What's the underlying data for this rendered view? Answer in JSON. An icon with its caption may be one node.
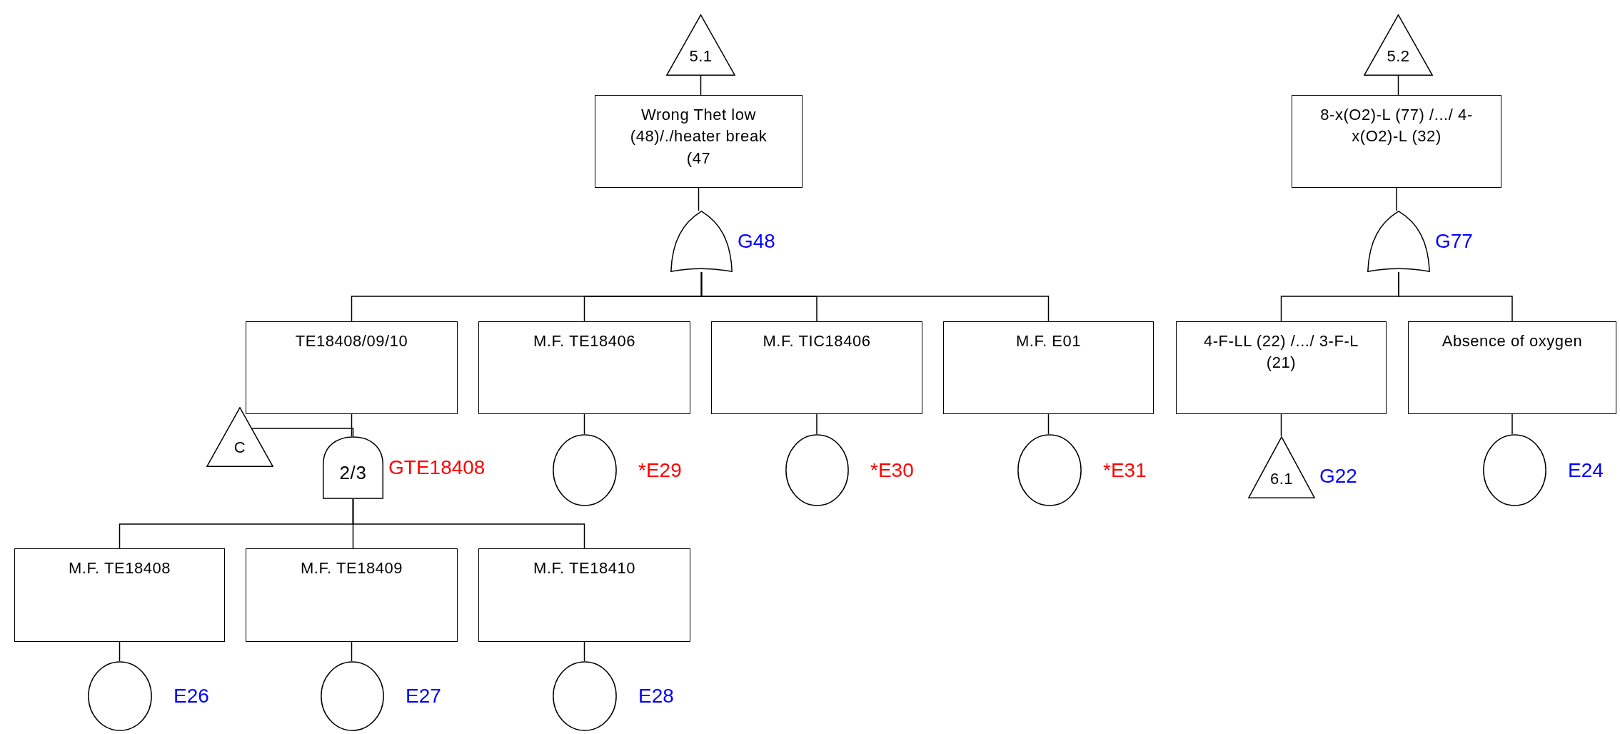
{
  "diagram": {
    "nodes": [
      {
        "text": [
          "5.1"
        ]
      },
      {
        "text": [
          "Wrong Thet low (48)/./heater break (47"
        ]
      },
      {
        "text": [],
        "shape": "gate",
        "beside": [
          "G48"
        ]
      },
      {
        "text": [
          "TE18408/09/10"
        ]
      },
      {
        "text": [
          "M.F. TE18406"
        ]
      },
      {
        "text": [
          "M.F. TIC18406"
        ]
      },
      {
        "text": [
          "M.F. E01"
        ]
      },
      {
        "text": [
          "C"
        ]
      },
      {
        "text": [
          "2/3"
        ],
        "beside": [
          "GTE18408"
        ]
      },
      {
        "text": [],
        "shape": "circle",
        "beside": [
          "*E29"
        ]
      },
      {
        "text": [],
        "shape": "circle",
        "beside": [
          "*E30"
        ]
      },
      {
        "text": [],
        "shape": "circle",
        "beside": [
          "*E31"
        ]
      },
      {
        "text": [
          "M.F. TE18408"
        ]
      },
      {
        "text": [
          "M.F. TE18409"
        ]
      },
      {
        "text": [
          "M.F. TE18410"
        ]
      },
      {
        "text": [],
        "shape": "circle",
        "beside": [
          "E26"
        ]
      },
      {
        "text": [],
        "shape": "circle",
        "beside": [
          "E27"
        ]
      },
      {
        "text": [],
        "shape": "circle",
        "beside": [
          "E28"
        ]
      },
      {
        "text": [
          "5.2"
        ]
      },
      {
        "text": [
          "8-x(O2)-L (77) /.../ 4-x(O2)-L (32)"
        ]
      },
      {
        "text": [],
        "shape": "gate",
        "beside": [
          "G77"
        ]
      },
      {
        "text": [
          "4-F-LL (22) /.../ 3-F-L (21)"
        ]
      },
      {
        "text": [
          "Absence of oxygen"
        ]
      },
      {
        "text": [
          "6.1"
        ],
        "beside": [
          "G22"
        ]
      },
      {
        "text": [],
        "shape": "circle",
        "beside": [
          "E24"
        ]
      }
    ],
    "edges": [
      {
        "from": 0,
        "to": 1,
        "arrow": "none"
      },
      {
        "from": 1,
        "to": 2,
        "arrow": "none"
      },
      {
        "from": 2,
        "to": 3,
        "arrow": "none"
      },
      {
        "from": 2,
        "to": 4,
        "arrow": "none"
      },
      {
        "from": 2,
        "to": 5,
        "arrow": "none"
      },
      {
        "from": 2,
        "to": 6,
        "arrow": "none"
      },
      {
        "from": 3,
        "to": 8,
        "arrow": "none"
      },
      {
        "from": 7,
        "to": 8,
        "arrow": "none"
      },
      {
        "from": 4,
        "to": 9,
        "arrow": "none"
      },
      {
        "from": 5,
        "to": 10,
        "arrow": "none"
      },
      {
        "from": 6,
        "to": 11,
        "arrow": "none"
      },
      {
        "from": 8,
        "to": 12,
        "arrow": "none"
      },
      {
        "from": 8,
        "to": 13,
        "arrow": "none"
      },
      {
        "from": 8,
        "to": 14,
        "arrow": "none"
      },
      {
        "from": 12,
        "to": 15,
        "arrow": "none"
      },
      {
        "from": 13,
        "to": 16,
        "arrow": "none"
      },
      {
        "from": 14,
        "to": 17,
        "arrow": "none"
      },
      {
        "from": 18,
        "to": 19,
        "arrow": "none"
      },
      {
        "from": 19,
        "to": 20,
        "arrow": "none"
      },
      {
        "from": 20,
        "to": 21,
        "arrow": "none"
      },
      {
        "from": 20,
        "to": 22,
        "arrow": "none"
      },
      {
        "from": 21,
        "to": 23,
        "arrow": "none"
      },
      {
        "from": 22,
        "to": 24,
        "arrow": "none"
      }
    ]
  }
}
